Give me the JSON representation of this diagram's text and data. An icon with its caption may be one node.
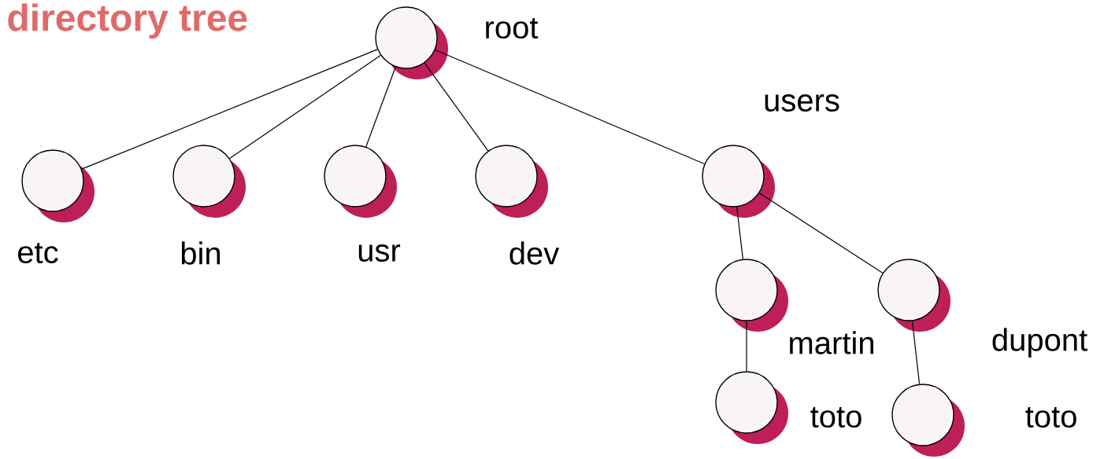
{
  "diagram": {
    "title": "directory tree",
    "nodes": [
      {
        "text": [],
        "shape": "circle",
        "beside": [
          "root"
        ]
      },
      {
        "text": [],
        "shape": "circle",
        "beside": [
          "etc"
        ]
      },
      {
        "text": [],
        "shape": "circle",
        "beside": [
          "bin"
        ]
      },
      {
        "text": [],
        "shape": "circle",
        "beside": [
          "usr"
        ]
      },
      {
        "text": [],
        "shape": "circle",
        "beside": [
          "dev"
        ]
      },
      {
        "text": [],
        "shape": "circle",
        "beside": [
          "users"
        ]
      },
      {
        "text": [],
        "shape": "circle",
        "beside": [
          "martin"
        ]
      },
      {
        "text": [],
        "shape": "circle",
        "beside": [
          "dupont"
        ]
      },
      {
        "text": [],
        "shape": "circle",
        "beside": [
          "toto"
        ]
      },
      {
        "text": [],
        "shape": "circle",
        "beside": [
          "toto"
        ]
      }
    ],
    "edges": [
      {
        "from": 0,
        "to": 1,
        "arrow": "none"
      },
      {
        "from": 0,
        "to": 2,
        "arrow": "none"
      },
      {
        "from": 0,
        "to": 3,
        "arrow": "none"
      },
      {
        "from": 0,
        "to": 4,
        "arrow": "none"
      },
      {
        "from": 0,
        "to": 5,
        "arrow": "none"
      },
      {
        "from": 5,
        "to": 6,
        "arrow": "none"
      },
      {
        "from": 5,
        "to": 7,
        "arrow": "none"
      },
      {
        "from": 6,
        "to": 8,
        "arrow": "none"
      },
      {
        "from": 7,
        "to": 9,
        "arrow": "none"
      }
    ]
  }
}
